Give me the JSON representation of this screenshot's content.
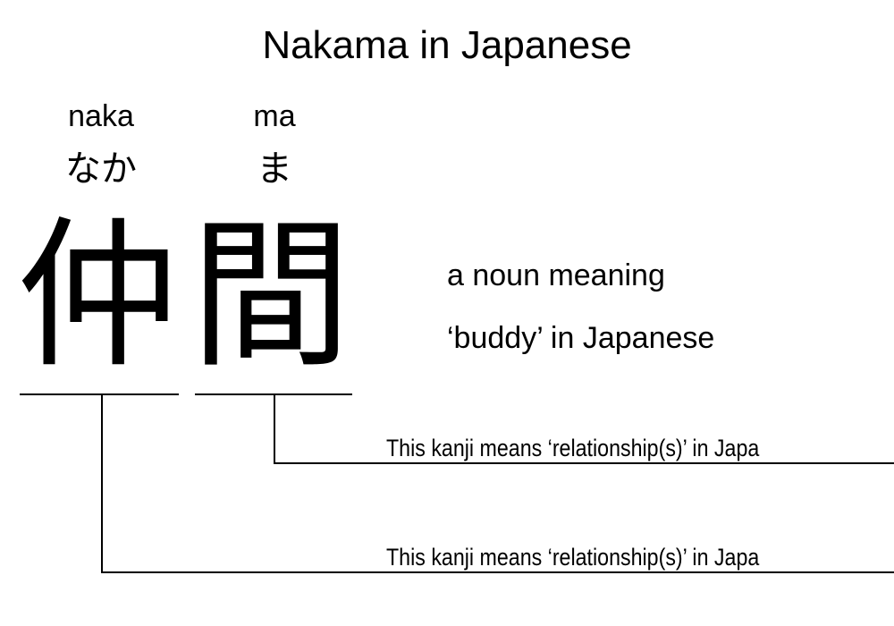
{
  "title": "Nakama in Japanese",
  "characters": [
    {
      "romaji": "naka",
      "kana": "なか",
      "kanji": "仲",
      "note": "This kanji means ‘relationship(s)’ in Japa"
    },
    {
      "romaji": "ma",
      "kana": "ま",
      "kanji": "間",
      "note": "This kanji means ‘relationship(s)’ in Japa"
    }
  ],
  "meaning": {
    "line1": "a noun meaning",
    "line2": "‘buddy’ in Japanese"
  }
}
